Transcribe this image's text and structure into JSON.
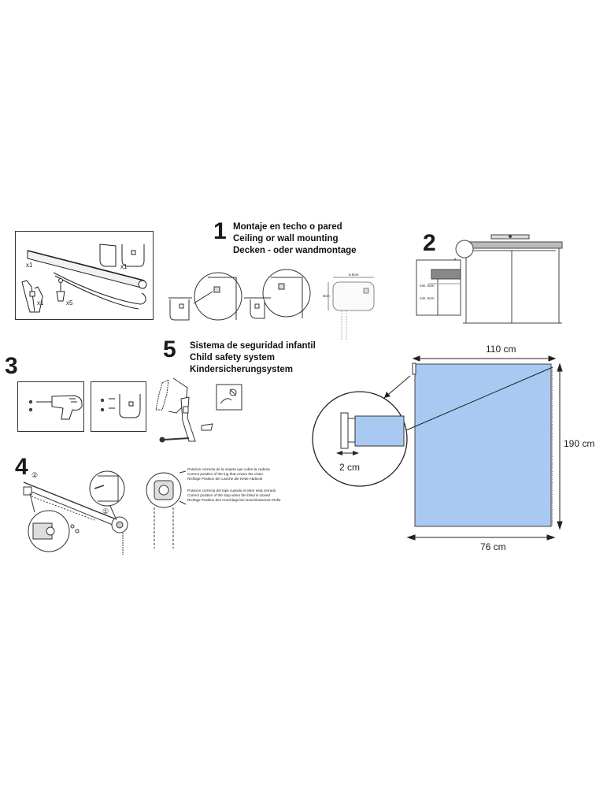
{
  "kit": {
    "rail_qty": "x1",
    "bracket_qty": "x1",
    "chain_qty": "x1",
    "screws_qty": "x5"
  },
  "step1": {
    "number": "1",
    "lines": [
      "Montaje en techo o pared",
      "Ceiling or wall mounting",
      "Decken - oder wandmontage"
    ],
    "dim_w": "6.5cm",
    "dim_h": "8cm"
  },
  "step2": {
    "number": "2",
    "gap_top": "min. 5cm",
    "gap_bottom": "min. 5cm"
  },
  "step3": {
    "number": "3"
  },
  "step4": {
    "number": "4",
    "marker_1": "①",
    "marker_2": "②",
    "notes": [
      "Posicion correcta de la orejeta que cubre la cadena",
      "Correct position of the lug that covers the chain",
      "Richtige Position der Lasche die Kette Abdeckt",
      "Posicion correcta del tope cuando el estor esta cerrado",
      "Correct position of the stop when the blind is closed",
      "Richtige Position des Anschlags bei Geschlossenem Rollo"
    ]
  },
  "step5": {
    "number": "5",
    "lines": [
      "Sistema de seguridad infantil",
      "Child safety system",
      "Kindersicherungsystem"
    ]
  },
  "dimensions": {
    "total_width": "110 cm",
    "height": "190 cm",
    "fabric_width": "76 cm",
    "bracket_offset": "2 cm",
    "fabric_color": "#a9c9f2"
  }
}
